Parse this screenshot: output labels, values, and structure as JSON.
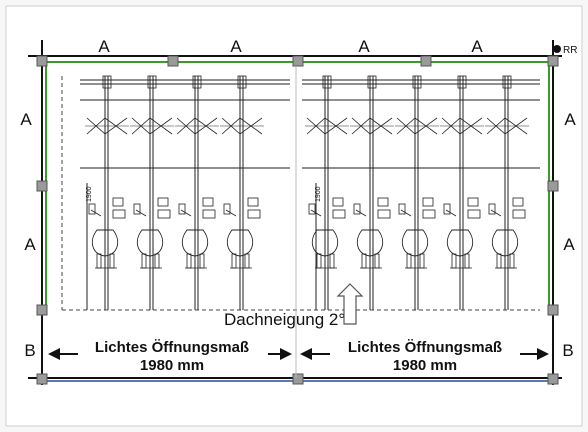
{
  "labels": {
    "top_a": [
      "A",
      "A",
      "A",
      "A"
    ],
    "left_a": [
      "A",
      "A"
    ],
    "right_a": [
      "A",
      "A"
    ],
    "left_b": "B",
    "right_b": "B",
    "corner_mark": "RR",
    "roof_pitch": "Dachneigung 2°",
    "height_mark": "1900",
    "opening_left_line1": "Lichtes Öffnungsmaß",
    "opening_left_line2": "1980 mm",
    "opening_right_line1": "Lichtes Öffnungsmaß",
    "opening_right_line2": "1980 mm"
  },
  "colors": {
    "frame": "#111111",
    "green_frame": "#3a9a2a",
    "blue_base": "#2a4a9a",
    "post": "#8a8a8a"
  }
}
